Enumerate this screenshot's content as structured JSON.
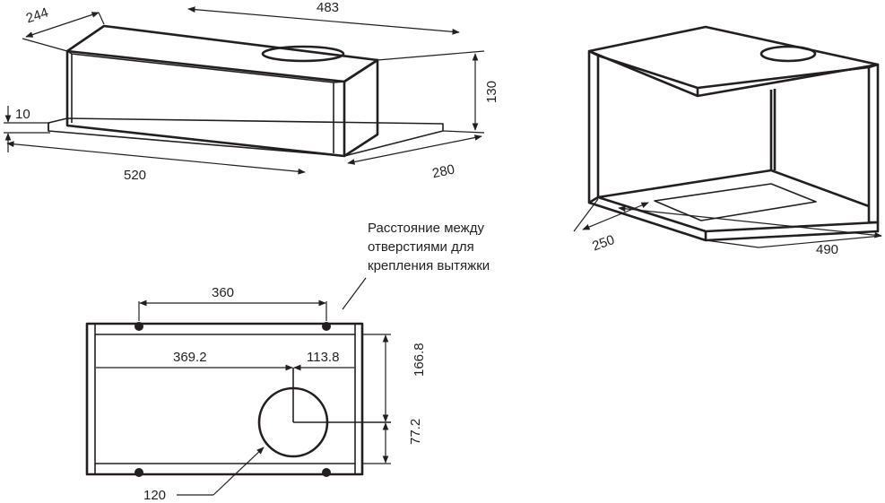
{
  "hood_view": {
    "dim_depth": "244",
    "dim_width_top": "483",
    "dim_height": "130",
    "dim_flange": "10",
    "dim_width_bottom": "520",
    "dim_depth_bottom": "280"
  },
  "cabinet_view": {
    "dim_depth": "250",
    "dim_width": "490"
  },
  "plan_view": {
    "dim_hole_spacing": "360",
    "dim_x_center": "369.2",
    "dim_x_offset": "113.8",
    "dim_y_top": "166.8",
    "dim_y_bottom": "77.2",
    "dim_diameter": "120"
  },
  "note": {
    "lines": [
      "Расстояние между",
      "отверстиями для",
      "крепления вытяжки"
    ]
  }
}
